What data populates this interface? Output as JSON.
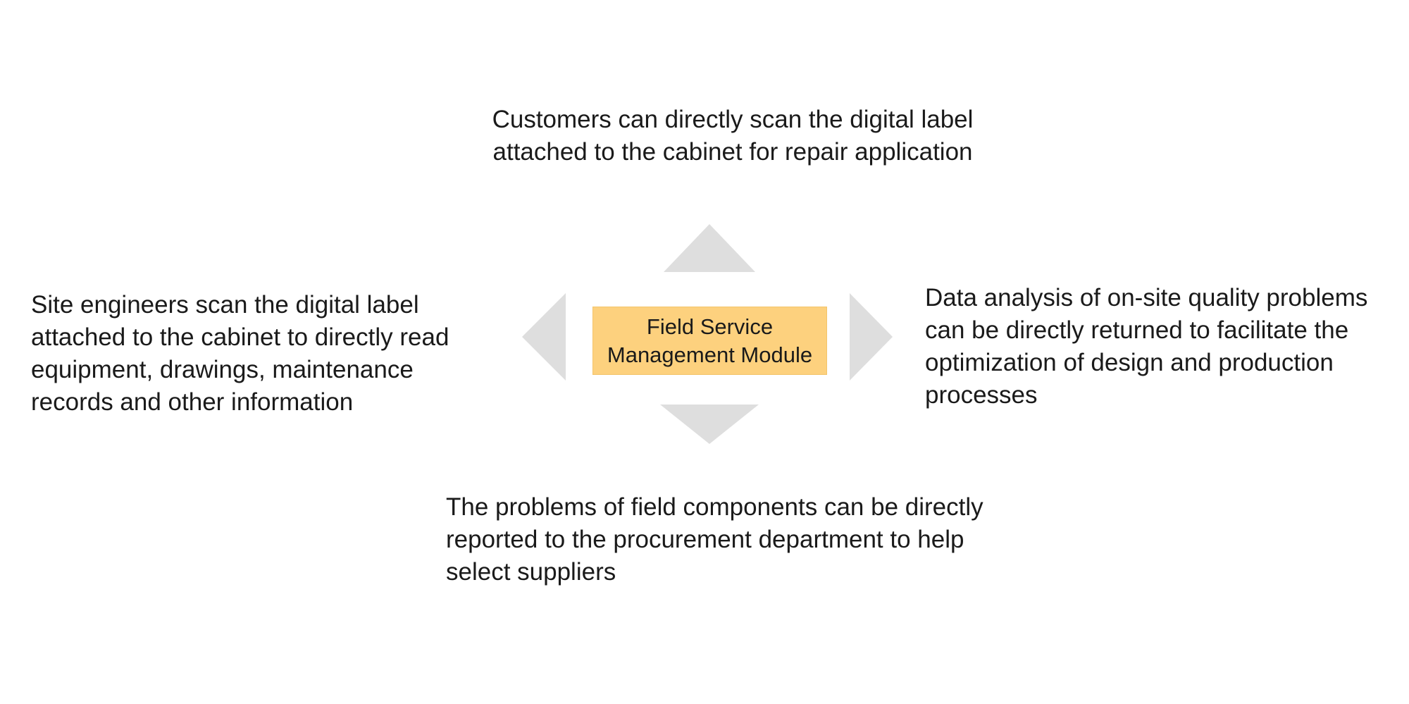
{
  "center": {
    "label": "Field Service\nManagement Module",
    "fill_color": "#fdd17e"
  },
  "arrow_color": "#dedede",
  "captions": {
    "top": "Customers can directly scan the digital label\nattached to the cabinet for repair application",
    "left": "Site engineers scan the digital label\nattached to the cabinet to directly read\nequipment, drawings, maintenance\nrecords and other information",
    "right": "Data analysis of on-site quality problems\ncan be directly returned to facilitate the\noptimization of design and production\nprocesses",
    "bottom": "The problems of field components can be directly\nreported to the procurement department to help\nselect suppliers"
  }
}
